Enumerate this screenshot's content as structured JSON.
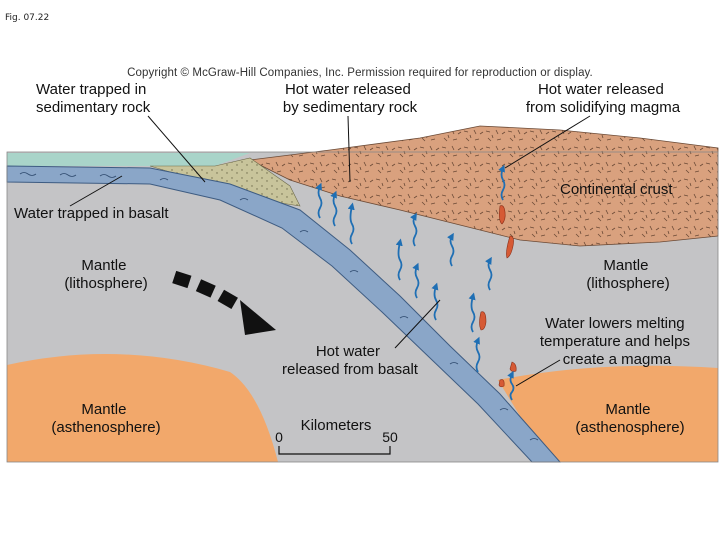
{
  "figure": {
    "label": "Fig. 07.22",
    "copyright": "Copyright © McGraw-Hill Companies, Inc. Permission required for reproduction or display."
  },
  "labels": {
    "water_sed": [
      "Water trapped  in",
      "sedimentary rock"
    ],
    "hot_sed": [
      "Hot water released",
      "by sedimentary rock"
    ],
    "hot_magma": [
      "Hot water released",
      "from solidifying magma"
    ],
    "continental_crust": [
      "Continental crust"
    ],
    "water_basalt": [
      "Water trapped in basalt"
    ],
    "mantle_litho_left": [
      "Mantle",
      "(lithosphere)"
    ],
    "mantle_litho_right": [
      "Mantle",
      "(lithosphere)"
    ],
    "water_lowers": [
      "Water lowers melting",
      "temperature and helps",
      "create a magma"
    ],
    "hot_basalt": [
      "Hot water",
      "released from basalt"
    ],
    "mantle_astheno_left": [
      "Mantle",
      "(asthenosphere)"
    ],
    "mantle_astheno_right": [
      "Mantle",
      "(asthenosphere)"
    ]
  },
  "scale": {
    "title": "Kilometers",
    "min": "0",
    "max": "50"
  },
  "colors": {
    "crust": "#d9a17e",
    "ocean": "#a9d4c9",
    "sediment": "#c8c49b",
    "mantle_lithosphere": "#c4c4c6",
    "asthenosphere": "#f2a86b",
    "slab": "#8aa6c8",
    "water_arrow": "#1f6fb4",
    "magma": "#d65a35"
  }
}
